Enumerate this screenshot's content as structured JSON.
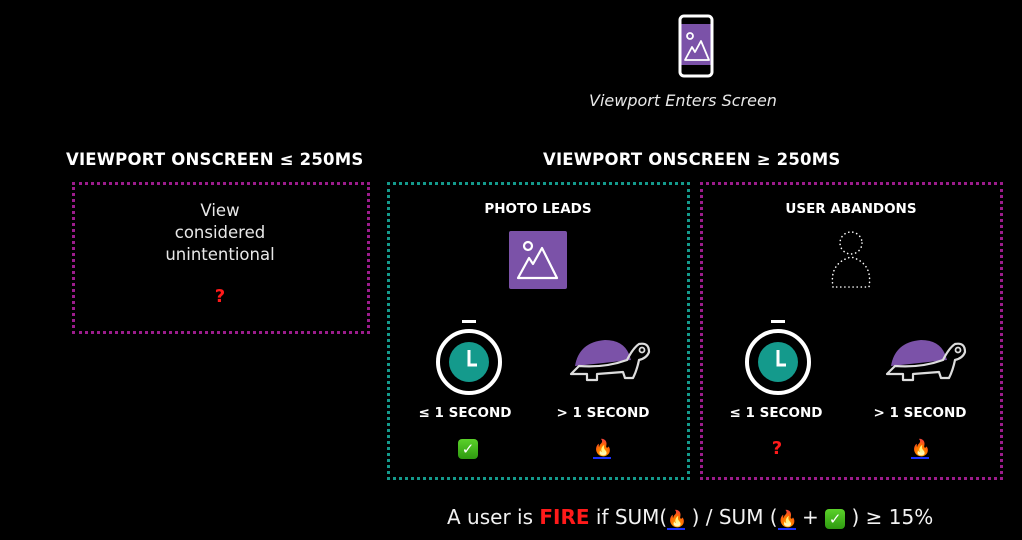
{
  "top": {
    "caption": "Viewport Enters Screen",
    "icon": "phone-image-icon"
  },
  "left_section": {
    "heading": "VIEWPORT ONSCREEN ≤ 250MS",
    "lines": [
      "View",
      "considered",
      "unintentional"
    ],
    "result_icon": "red-question-mark",
    "result_glyph": "?"
  },
  "right_section": {
    "heading": "VIEWPORT ONSCREEN ≥ 250MS",
    "panels": [
      {
        "title": "PHOTO LEADS",
        "icon": "photo-icon",
        "outcomes": [
          {
            "icon": "stopwatch-icon",
            "label": "≤ 1 SECOND",
            "result_icon": "check-mark",
            "result_glyph": "✓"
          },
          {
            "icon": "turtle-icon",
            "label": "> 1 SECOND",
            "result_icon": "fire",
            "result_glyph": "🔥"
          }
        ]
      },
      {
        "title": "USER ABANDONS",
        "icon": "dotted-user-icon",
        "outcomes": [
          {
            "icon": "stopwatch-icon",
            "label": "≤ 1 SECOND",
            "result_icon": "red-question-mark",
            "result_glyph": "?"
          },
          {
            "icon": "turtle-icon",
            "label": "> 1 SECOND",
            "result_icon": "fire",
            "result_glyph": "🔥"
          }
        ]
      }
    ]
  },
  "formula": {
    "prefix": "A user is ",
    "highlight": "FIRE",
    "mid1": " if SUM(",
    "mid2": " ) / SUM (",
    "plus": " + ",
    "suffix": " ) ≥ 15%",
    "fire_glyph": "🔥",
    "check_glyph": "✓"
  },
  "colors": {
    "purple": "#7b52a8",
    "teal": "#149a8c",
    "magenta": "#9c1c8c",
    "red": "#ff1a1a"
  }
}
